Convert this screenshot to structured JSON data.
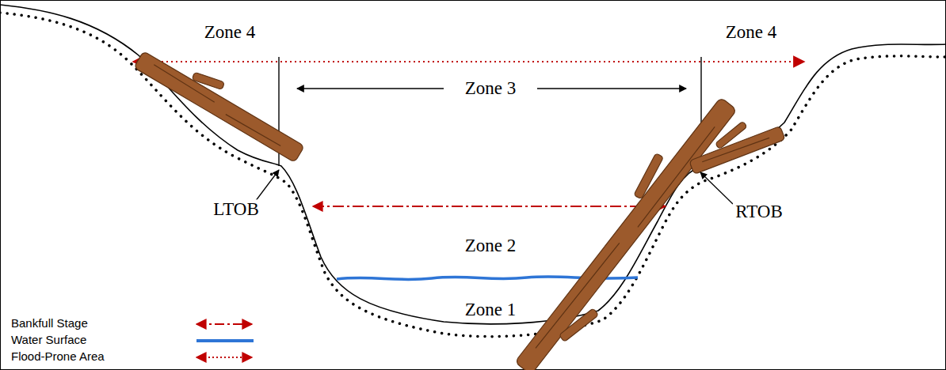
{
  "diagram": {
    "labels": [
      "Zone 4",
      "Zone 3",
      "Zone 4",
      "LTOB",
      "RTOB",
      "Zone 2",
      "Zone 1"
    ],
    "legend": [
      {
        "text": "Bankfull Stage"
      },
      {
        "text": "Water Surface"
      },
      {
        "text": "Flood-Prone Area"
      }
    ]
  }
}
